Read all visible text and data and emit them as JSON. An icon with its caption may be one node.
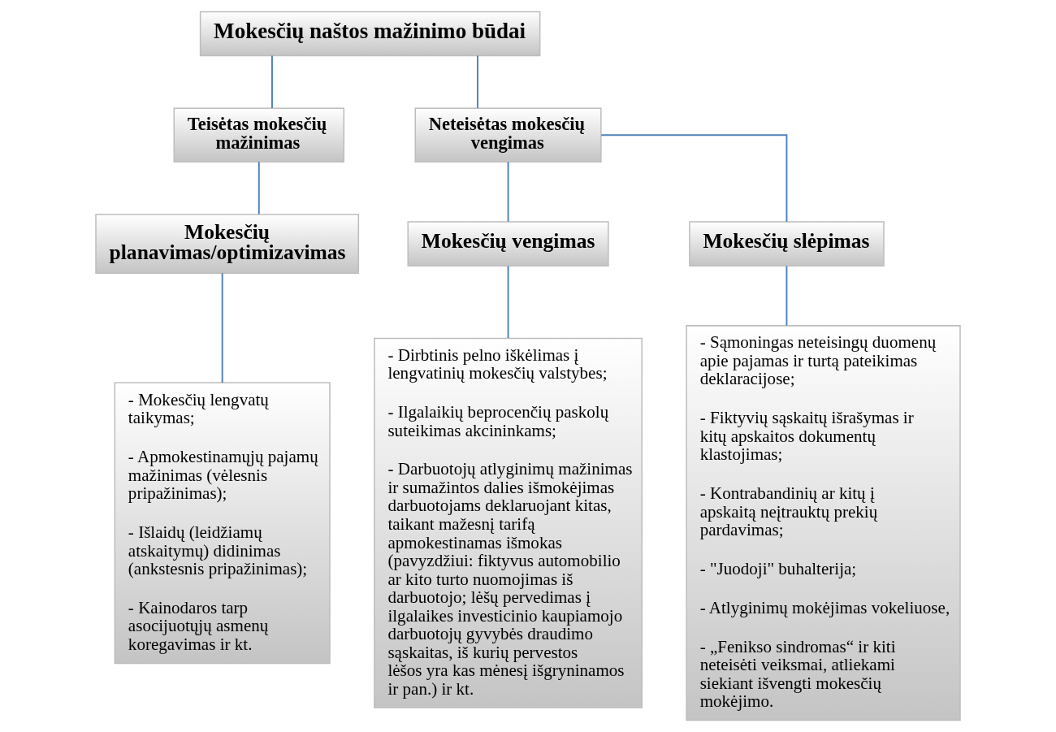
{
  "diagram": {
    "nodes": [
      {
        "text": [
          "Mokesčių naštos mažinimo būdai"
        ]
      },
      {
        "text": [
          "Teisėtas mokesčių mažinimas"
        ]
      },
      {
        "text": [
          "Neteisėtas mokesčių vengimas"
        ]
      },
      {
        "text": [
          "Mokesčių planavimas/optimizavimas"
        ]
      },
      {
        "text": [
          "Mokesčių vengimas"
        ]
      },
      {
        "text": [
          "Mokesčių slėpimas"
        ]
      },
      {
        "text": [
          "- Mokesčių lengvatų taikymas;",
          "- Apmokestinamųjų pajamų mažinimas (vėlesnis pripažinimas);",
          "- Išlaidų (leidžiamų atskaitymų) didinimas (ankstesnis pripažinimas);",
          "- Kainodaros tarp asocijuotųjų asmenų koregavimas ir kt."
        ]
      },
      {
        "text": [
          "- Dirbtinis pelno iškėlimas į lengvatinių mokesčių valstybes;",
          "- Ilgalaikių beprocenčių paskolų suteikimas akcininkams;",
          "- Darbuotojų atlyginimų mažinimas ir sumažintos dalies išmokėjimas darbuotojams deklaruojant kitas, taikant mažesnį tarifą apmokestinamas išmokas (pavyzdžiui: fiktyvus automobilio ar kito turto nuomojimas iš darbuotojo; lėšų pervedimas į ilgalaikes investicinio kaupiamojo darbuotojų gyvybės draudimo sąskaitas, iš kurių pervestos lėšos yra kas mėnesį išgryninamos ir pan.) ir kt."
        ]
      },
      {
        "text": [
          "- Sąmoningas neteisingų duomenų apie pajamas ir turtą pateikimas deklaracijose;",
          "- Fiktyvių sąskaitų išrašymas ir kitų apskaitos dokumentų klastojimas;",
          "- Kontrabandinių ar kitų į apskaitą neįtrauktų prekių pardavimas;",
          "- \"Juodoji\" buhalterija;",
          "- Atlyginimų mokėjimas vokeliuose,",
          "- „Fenikso sindromas“ ir kiti neteisėti veiksmai, atliekami siekiant išvengti mokesčių mokėjimo."
        ]
      }
    ],
    "edges": [
      {
        "from": 0,
        "to": 1,
        "arrow": "none"
      },
      {
        "from": 0,
        "to": 2,
        "arrow": "none"
      },
      {
        "from": 1,
        "to": 3,
        "arrow": "none"
      },
      {
        "from": 2,
        "to": 4,
        "arrow": "none"
      },
      {
        "from": 2,
        "to": 5,
        "arrow": "none"
      },
      {
        "from": 3,
        "to": 6,
        "arrow": "none"
      },
      {
        "from": 4,
        "to": 7,
        "arrow": "none"
      },
      {
        "from": 5,
        "to": 8,
        "arrow": "none"
      }
    ]
  }
}
